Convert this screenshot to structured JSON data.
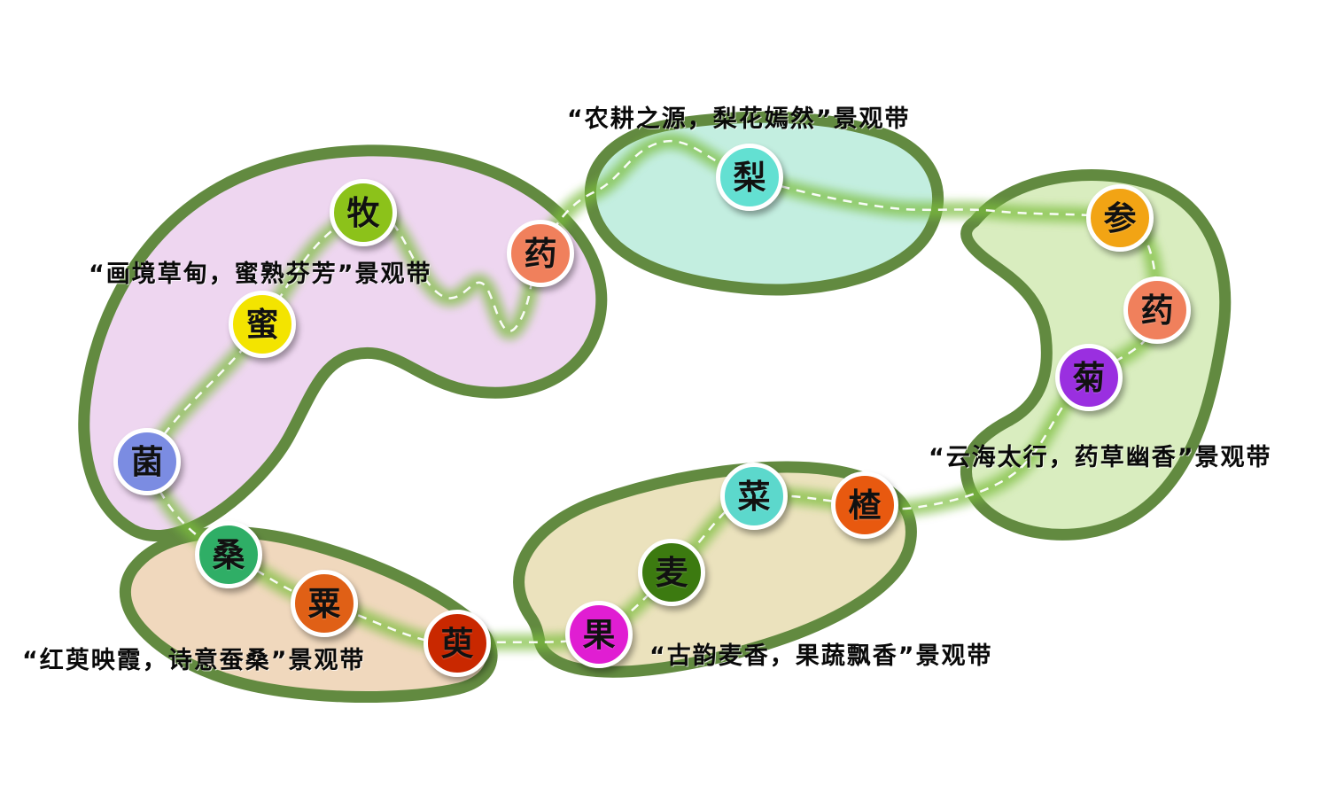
{
  "diagram": {
    "colors": {
      "region_border": "#628a40",
      "route": "#7cbd3e",
      "route_dash": "#ffffff"
    },
    "regions": [
      {
        "name": "meadow-belt",
        "label": "“画境草甸，蜜熟芬芳”景观带",
        "fill": "#eed6f0"
      },
      {
        "name": "farming-belt",
        "label": "“农耕之源，梨花嫣然”景观带",
        "fill": "#c3eee0"
      },
      {
        "name": "taihang-belt",
        "label": "“云海太行，药草幽香”景观带",
        "fill": "#d9edbf"
      },
      {
        "name": "mulberry-belt",
        "label": "“红萸映霞，诗意蚕桑”景观带",
        "fill": "#f0d8bd"
      },
      {
        "name": "wheat-belt",
        "label": "“古韵麦香，果蔬飘香”景观带",
        "fill": "#ebe2bd"
      }
    ],
    "nodes": [
      {
        "char": "牧",
        "color": "#8cc21a"
      },
      {
        "char": "药",
        "color": "#f0805c"
      },
      {
        "char": "蜜",
        "color": "#f3e400"
      },
      {
        "char": "菌",
        "color": "#7b8ce2"
      },
      {
        "char": "梨",
        "color": "#63e0d2"
      },
      {
        "char": "参",
        "color": "#f2a414"
      },
      {
        "char": "药",
        "color": "#f0805c"
      },
      {
        "char": "菊",
        "color": "#9a2fe0"
      },
      {
        "char": "菜",
        "color": "#5cd8cc"
      },
      {
        "char": "楂",
        "color": "#e8590f"
      },
      {
        "char": "麦",
        "color": "#3c7a10"
      },
      {
        "char": "果",
        "color": "#e01ed2"
      },
      {
        "char": "萸",
        "color": "#c92800"
      },
      {
        "char": "粟",
        "color": "#e06016"
      },
      {
        "char": "桑",
        "color": "#2fae66"
      }
    ]
  }
}
